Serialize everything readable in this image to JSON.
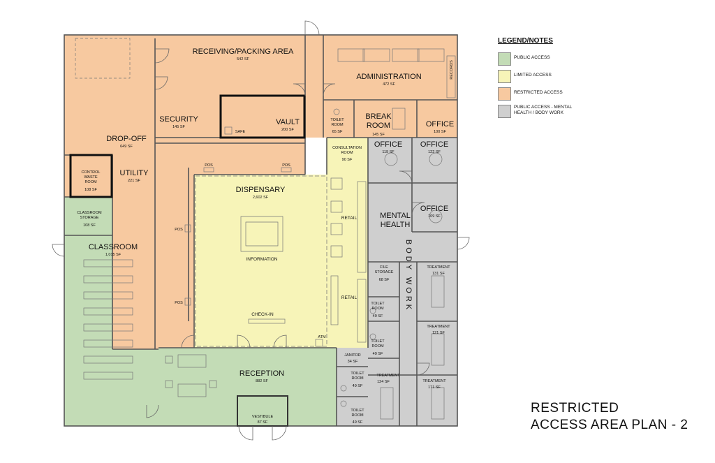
{
  "colors": {
    "public": "#c3dcb6",
    "limited": "#f7f4b8",
    "restricted": "#f7c9a0",
    "mental_health": "#cfcfcf"
  },
  "legend": {
    "title": "LEGEND/NOTES",
    "items": [
      {
        "label": "PUBLIC ACCESS",
        "color": "#c3dcb6"
      },
      {
        "label": "LIMITED ACCESS",
        "color": "#f7f4b8"
      },
      {
        "label": "RESTRICTED ACCESS",
        "color": "#f7c9a0"
      },
      {
        "label": "PUBLIC ACCESS - MENTAL HEALTH / BODY WORK",
        "color": "#cfcfcf"
      }
    ]
  },
  "title_lines": [
    "RESTRICTED",
    "ACCESS AREA PLAN - 2"
  ],
  "rooms": {
    "receiving": {
      "name": "RECEIVING/PACKING AREA",
      "area": "542 SF"
    },
    "administration": {
      "name": "ADMINISTRATION",
      "area": "472 SF"
    },
    "records": {
      "name": "RECORDS"
    },
    "security": {
      "name": "SECURITY",
      "area": "145 SF"
    },
    "vault": {
      "name": "VAULT",
      "area": "200 SF"
    },
    "safe": {
      "name": "SAFE"
    },
    "toilet_admin": {
      "name": "TOILET ROOM",
      "area": "65 SF"
    },
    "break_room": {
      "name": "BREAK ROOM",
      "area": "145 SF"
    },
    "office_admin": {
      "name": "OFFICE",
      "area": "100 SF"
    },
    "drop_off": {
      "name": "DROP-OFF",
      "area": "649 SF"
    },
    "control_waste": {
      "name": "CONTROL WASTE ROOM",
      "area": "108 SF"
    },
    "utility": {
      "name": "UTILITY",
      "area": "221 SF"
    },
    "classroom_storage": {
      "name": "CLASSROOM STORAGE",
      "area": "108 SF"
    },
    "classroom": {
      "name": "CLASSROOM",
      "area": "1,015 SF"
    },
    "consultation": {
      "name": "CONSULTATION ROOM",
      "area": "90 SF"
    },
    "office_1": {
      "name": "OFFICE",
      "area": "119 SF"
    },
    "office_2": {
      "name": "OFFICE",
      "area": "122 SF"
    },
    "office_3": {
      "name": "OFFICE",
      "area": "109 SF"
    },
    "mental_health": {
      "name": "MENTAL HEALTH"
    },
    "dispensary": {
      "name": "DISPENSARY",
      "area": "2,602 SF"
    },
    "information": {
      "name": "INFORMATION"
    },
    "retail_1": {
      "name": "RETAIL"
    },
    "retail_2": {
      "name": "RETAIL"
    },
    "check_in": {
      "name": "CHECK-IN"
    },
    "atm": {
      "name": "ATM"
    },
    "pos": {
      "name": "POS"
    },
    "file_storage": {
      "name": "FILE STORAGE",
      "area": "68 SF"
    },
    "body_work": {
      "name": "BODY WORK"
    },
    "treatment_131": {
      "name": "TREATMENT",
      "area": "131 SF"
    },
    "treatment_121": {
      "name": "TREATMENT",
      "area": "121 SF"
    },
    "treatment_124": {
      "name": "TREATMENT",
      "area": "124 SF"
    },
    "treatment_171": {
      "name": "TREATMENT",
      "area": "171 SF"
    },
    "toilet_bw_1": {
      "name": "TOILET ROOM",
      "area": "49 SF"
    },
    "toilet_bw_2": {
      "name": "TOILET ROOM",
      "area": "49 SF"
    },
    "janitor": {
      "name": "JANITOR",
      "area": "34 SF"
    },
    "toilet_rec_1": {
      "name": "TOILET ROOM",
      "area": "49 SF"
    },
    "toilet_rec_2": {
      "name": "TOILET ROOM",
      "area": "49 SF"
    },
    "reception": {
      "name": "RECEPTION",
      "area": "882 SF"
    },
    "vestibule": {
      "name": "VESTIBULE",
      "area": "87 SF"
    }
  }
}
